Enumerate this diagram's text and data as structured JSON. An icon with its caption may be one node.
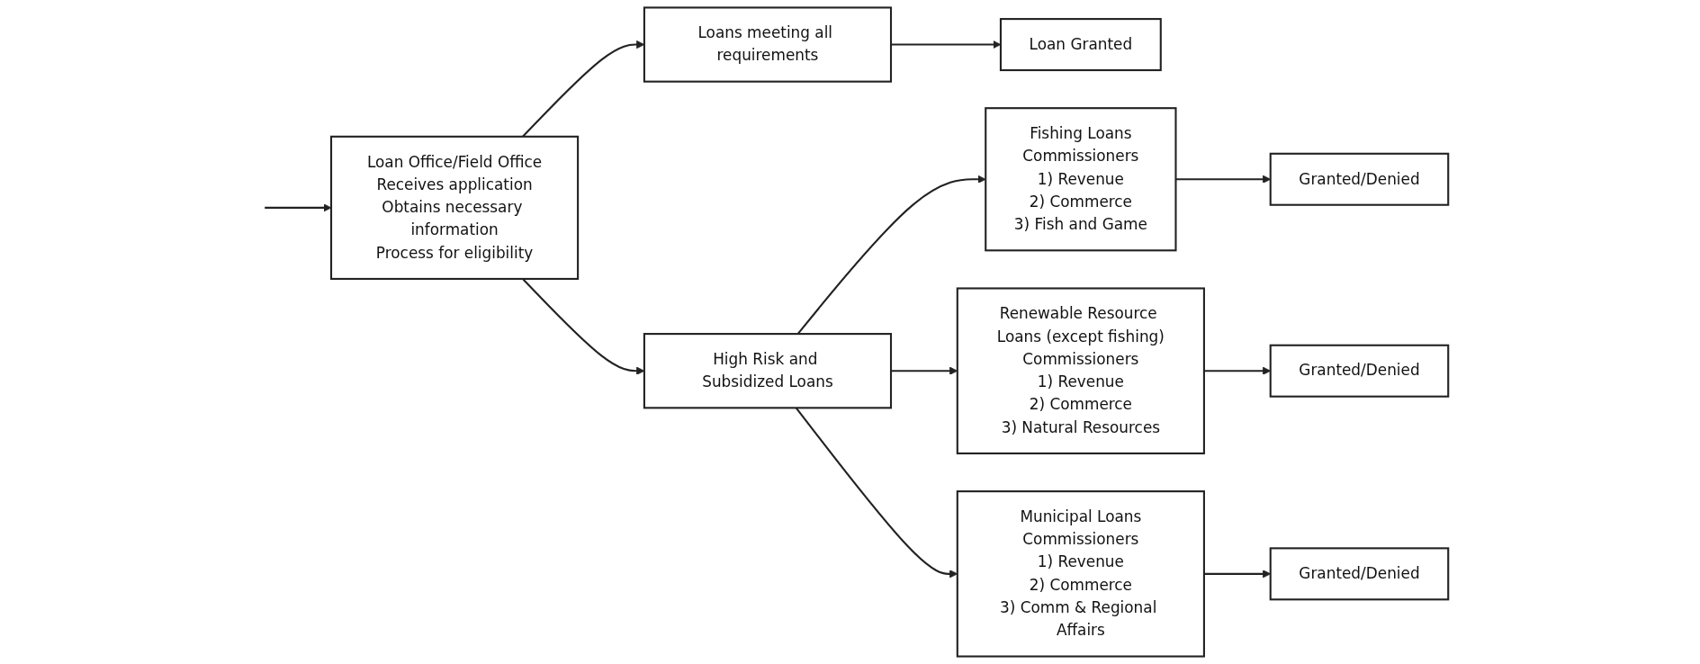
{
  "diagram": {
    "nodes": [
      {
        "text": [
          "Loan Office/Field Office",
          "Receives application",
          "Obtains necessary information",
          "Process for eligibility"
        ]
      },
      {
        "text": [
          "High Risk and Subsidized Loans"
        ]
      },
      {
        "text": [
          "Loans meeting all requirements"
        ]
      },
      {
        "text": [
          "Loan Granted"
        ]
      },
      {
        "text": [
          "Fishing Loans",
          "Commissioners",
          "1) Revenue",
          "2) Commerce",
          "3) Fish and Game"
        ]
      },
      {
        "text": [
          "Granted/Denied"
        ]
      },
      {
        "text": [
          "Renewable Resource Loans (except fishing)",
          "Commissioners",
          "1) Revenue",
          "2) Commerce",
          "3) Natural Resources"
        ]
      },
      {
        "text": [
          "Granted/Denied"
        ]
      },
      {
        "text": [
          "Municipal Loans",
          "Commissioners",
          "1) Revenue",
          "2) Commerce",
          "3) Comm & Regional Affairs"
        ]
      },
      {
        "text": [
          "Granted/Denied"
        ]
      }
    ],
    "edges": [
      {
        "from": null,
        "to": 0,
        "arrow": "to"
      },
      {
        "from": 0,
        "to": 1,
        "arrow": "to"
      },
      {
        "from": 0,
        "to": 2,
        "arrow": "to"
      },
      {
        "from": 2,
        "to": 3,
        "arrow": "to"
      },
      {
        "from": 1,
        "to": 4,
        "arrow": "to"
      },
      {
        "from": 1,
        "to": 6,
        "arrow": "to"
      },
      {
        "from": 1,
        "to": 8,
        "arrow": "to"
      },
      {
        "from": 4,
        "to": 5,
        "arrow": "to"
      },
      {
        "from": 6,
        "to": 7,
        "arrow": "to"
      },
      {
        "from": 8,
        "to": 9,
        "arrow": "to"
      }
    ]
  }
}
